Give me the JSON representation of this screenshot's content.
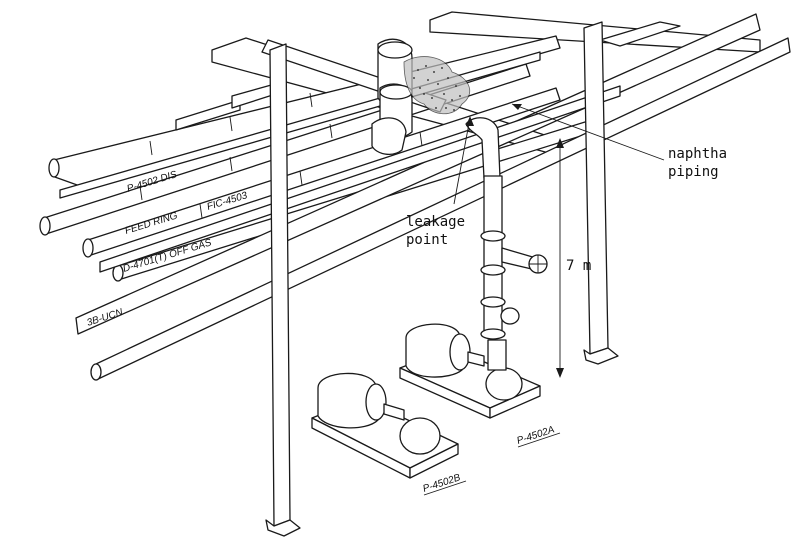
{
  "annotations": {
    "naphtha_line1": "naphtha",
    "naphtha_line2": "piping",
    "leakage_line1": "leakage",
    "leakage_line2": "point",
    "height": "7 m"
  },
  "pipe_labels": {
    "p4502_dis": "P-4502 DIS",
    "feed_ring": "FEED RING",
    "fic_4503": "FIC-4503",
    "d4701_offgas": "D-4701(T) OFF GAS",
    "3b_ucn": "3B-UCN"
  },
  "pump_labels": {
    "pump_a": "P-4502A",
    "pump_b": "P-4502B"
  },
  "colors": {
    "ink": "#1a1a1a",
    "background": "#ffffff"
  }
}
